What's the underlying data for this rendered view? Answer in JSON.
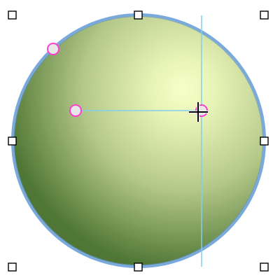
{
  "shape": {
    "kind": "ellipse",
    "fill_type": "radial-gradient",
    "gradient_stops": [
      "#f5ffc8",
      "#d6e6a0",
      "#9fb66f",
      "#527a36"
    ],
    "outline_color": "#6aa0d6"
  },
  "selection": {
    "handle_color": "#000000",
    "handle_fill": "#ffffff"
  },
  "gradient_tool": {
    "line_color": "#7fd4ee",
    "control_point_color": "#ff3fd2"
  },
  "cursor": {
    "type": "crosshair-move",
    "icon": "move-crosshair-icon"
  }
}
